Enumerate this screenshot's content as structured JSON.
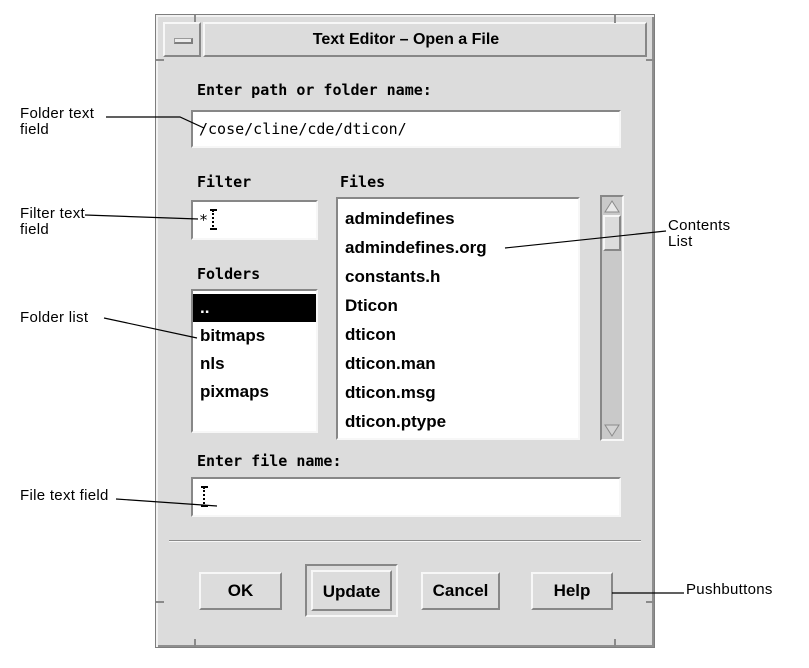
{
  "colors": {
    "dialog_bg": "#dcdcdc",
    "field_bg": "#ffffff",
    "text": "#000000",
    "selection_bg": "#000000",
    "selection_fg": "#ffffff"
  },
  "window": {
    "title": "Text Editor – Open a File",
    "path": {
      "label": "Enter path or folder name:",
      "value": "/cose/cline/cde/dticon/"
    },
    "filter": {
      "label": "Filter",
      "value": "*"
    },
    "files": {
      "label": "Files",
      "items": [
        "admindefines",
        "admindefines.org",
        "constants.h",
        "Dticon",
        "dticon",
        "dticon.man",
        "dticon.msg",
        "dticon.ptype"
      ]
    },
    "folders": {
      "label": "Folders",
      "items": [
        "..",
        "bitmaps",
        "nls",
        "pixmaps"
      ],
      "selected": ".."
    },
    "filename": {
      "label": "Enter file name:",
      "value": ""
    },
    "buttons": {
      "ok": "OK",
      "update": "Update",
      "cancel": "Cancel",
      "help": "Help"
    }
  },
  "annotations": {
    "folder_text_field": "Folder text\nfield",
    "filter_text_field": "Filter text\nfield",
    "folder_list": "Folder list",
    "file_text_field": "File text field",
    "contents_list": "Contents\nList",
    "pushbuttons": "Pushbuttons"
  }
}
